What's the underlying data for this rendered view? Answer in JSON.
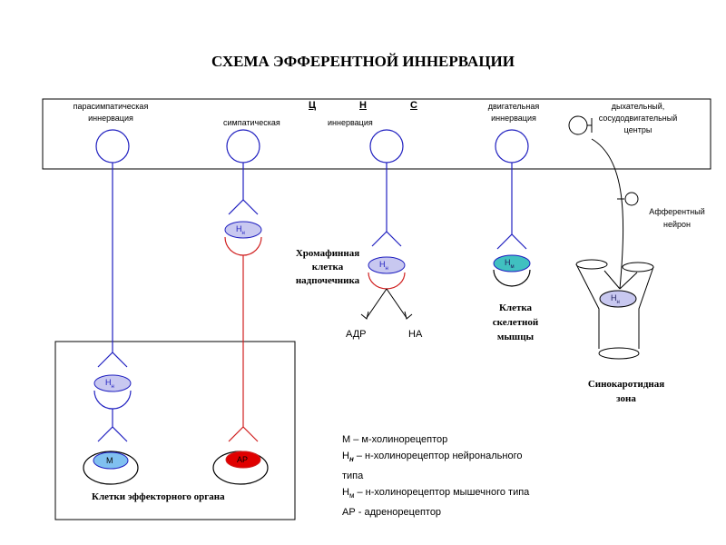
{
  "title": "СХЕМА ЭФФЕРЕНТНОЙ ИННЕРВАЦИИ",
  "cns_box": {
    "parasympathetic": [
      "парасимпатическая",
      "иннервация"
    ],
    "sympathetic": "симпатическая",
    "cns_letters": [
      "Ц",
      "Н",
      "С"
    ],
    "innervation": "иннервация",
    "motor": [
      "двигательная",
      "иннервация"
    ],
    "respiratory": [
      "дыхательный,",
      "сосудодвигательный",
      "центры"
    ]
  },
  "afferent": [
    "Афферентный",
    "нейрон"
  ],
  "chromaffin": [
    "Хромафинная",
    "клетка",
    "надпочечника"
  ],
  "outputs": {
    "adr": "АДР",
    "na": "НА"
  },
  "skeletal": [
    "Клетка",
    "скелетной",
    "мышцы"
  ],
  "sinocarotid": [
    "Синокаротидная",
    "зона"
  ],
  "effector": "Клетки эффекторного органа",
  "receptors": {
    "hn": "Н",
    "hn_sub": "н",
    "hm": "Н",
    "hm_sub": "м",
    "m": "М",
    "ar": "АР"
  },
  "legend": [
    "М – м-холинорецептор",
    "Н",
    "н",
    " – н-холинорецептор нейронального",
    "типа",
    "Н",
    "м",
    " – н-холинорецептор мышечного типа",
    "АР - адренорецептор"
  ],
  "colors": {
    "blue": "#2020c0",
    "red": "#d02020",
    "receptor_fill": "#c8c8f0",
    "m_fill": "#80c0f0",
    "hm_fill": "#40c0c0",
    "ar_fill": "#e00000"
  }
}
